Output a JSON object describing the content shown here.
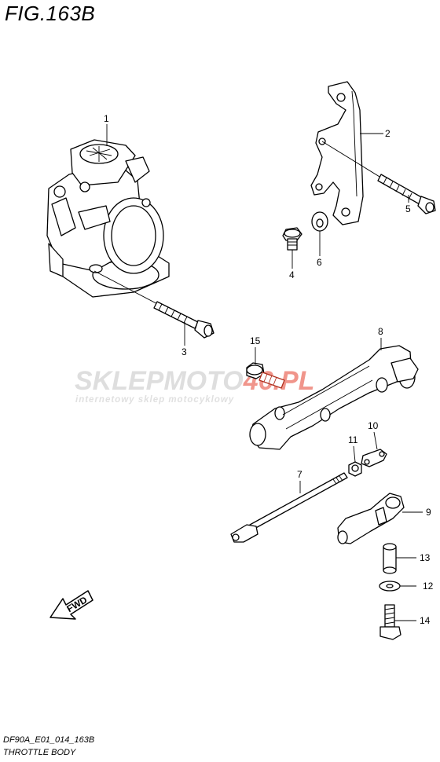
{
  "figure": {
    "title": "FIG.163B"
  },
  "footer": {
    "code": "DF90A_E01_014_163B",
    "name": "THROTTLE BODY"
  },
  "watermark": {
    "brand_part1": "SKLEP",
    "brand_part2": "MOTO",
    "brand_part3": "46.PL",
    "tagline": "internetowy sklep motocyklowy"
  },
  "arrow_label": "FWD",
  "callouts": {
    "c1": "1",
    "c2": "2",
    "c3": "3",
    "c4": "4",
    "c5": "5",
    "c6": "6",
    "c7": "7",
    "c8": "8",
    "c9": "9",
    "c10": "10",
    "c11": "11",
    "c12": "12",
    "c13": "13",
    "c14": "14",
    "c15": "15"
  }
}
